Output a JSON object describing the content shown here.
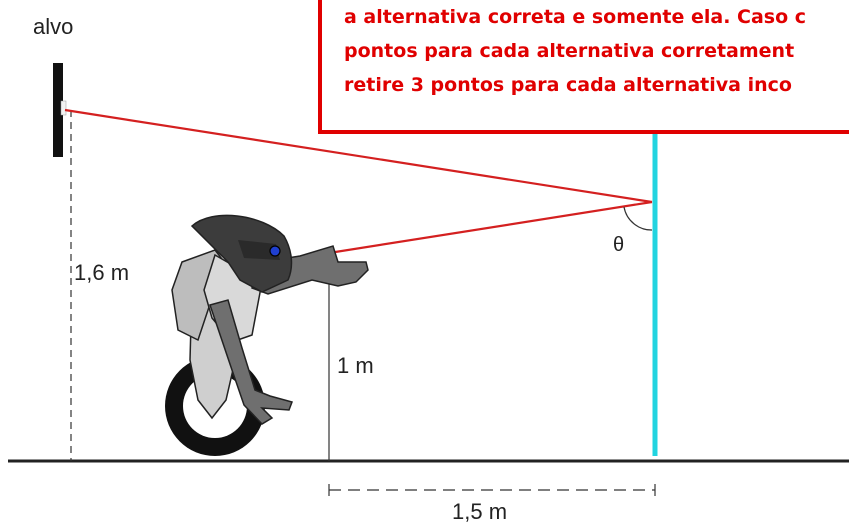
{
  "labels": {
    "target": "alvo",
    "target_height": "1,6 m",
    "hand_height": "1 m",
    "distance": "1,5 m",
    "angle": "θ"
  },
  "notice": {
    "lines": [
      "a alternativa correta e somente ela. Caso c",
      "pontos para cada alternativa corretament",
      "retire 3 pontos para cada alternativa inco"
    ]
  },
  "colors": {
    "laser": "#d42020",
    "mirror": "#22d4e0",
    "notice_border": "#e00000",
    "notice_text": "#e00000",
    "eye": "#1f3fd0"
  }
}
